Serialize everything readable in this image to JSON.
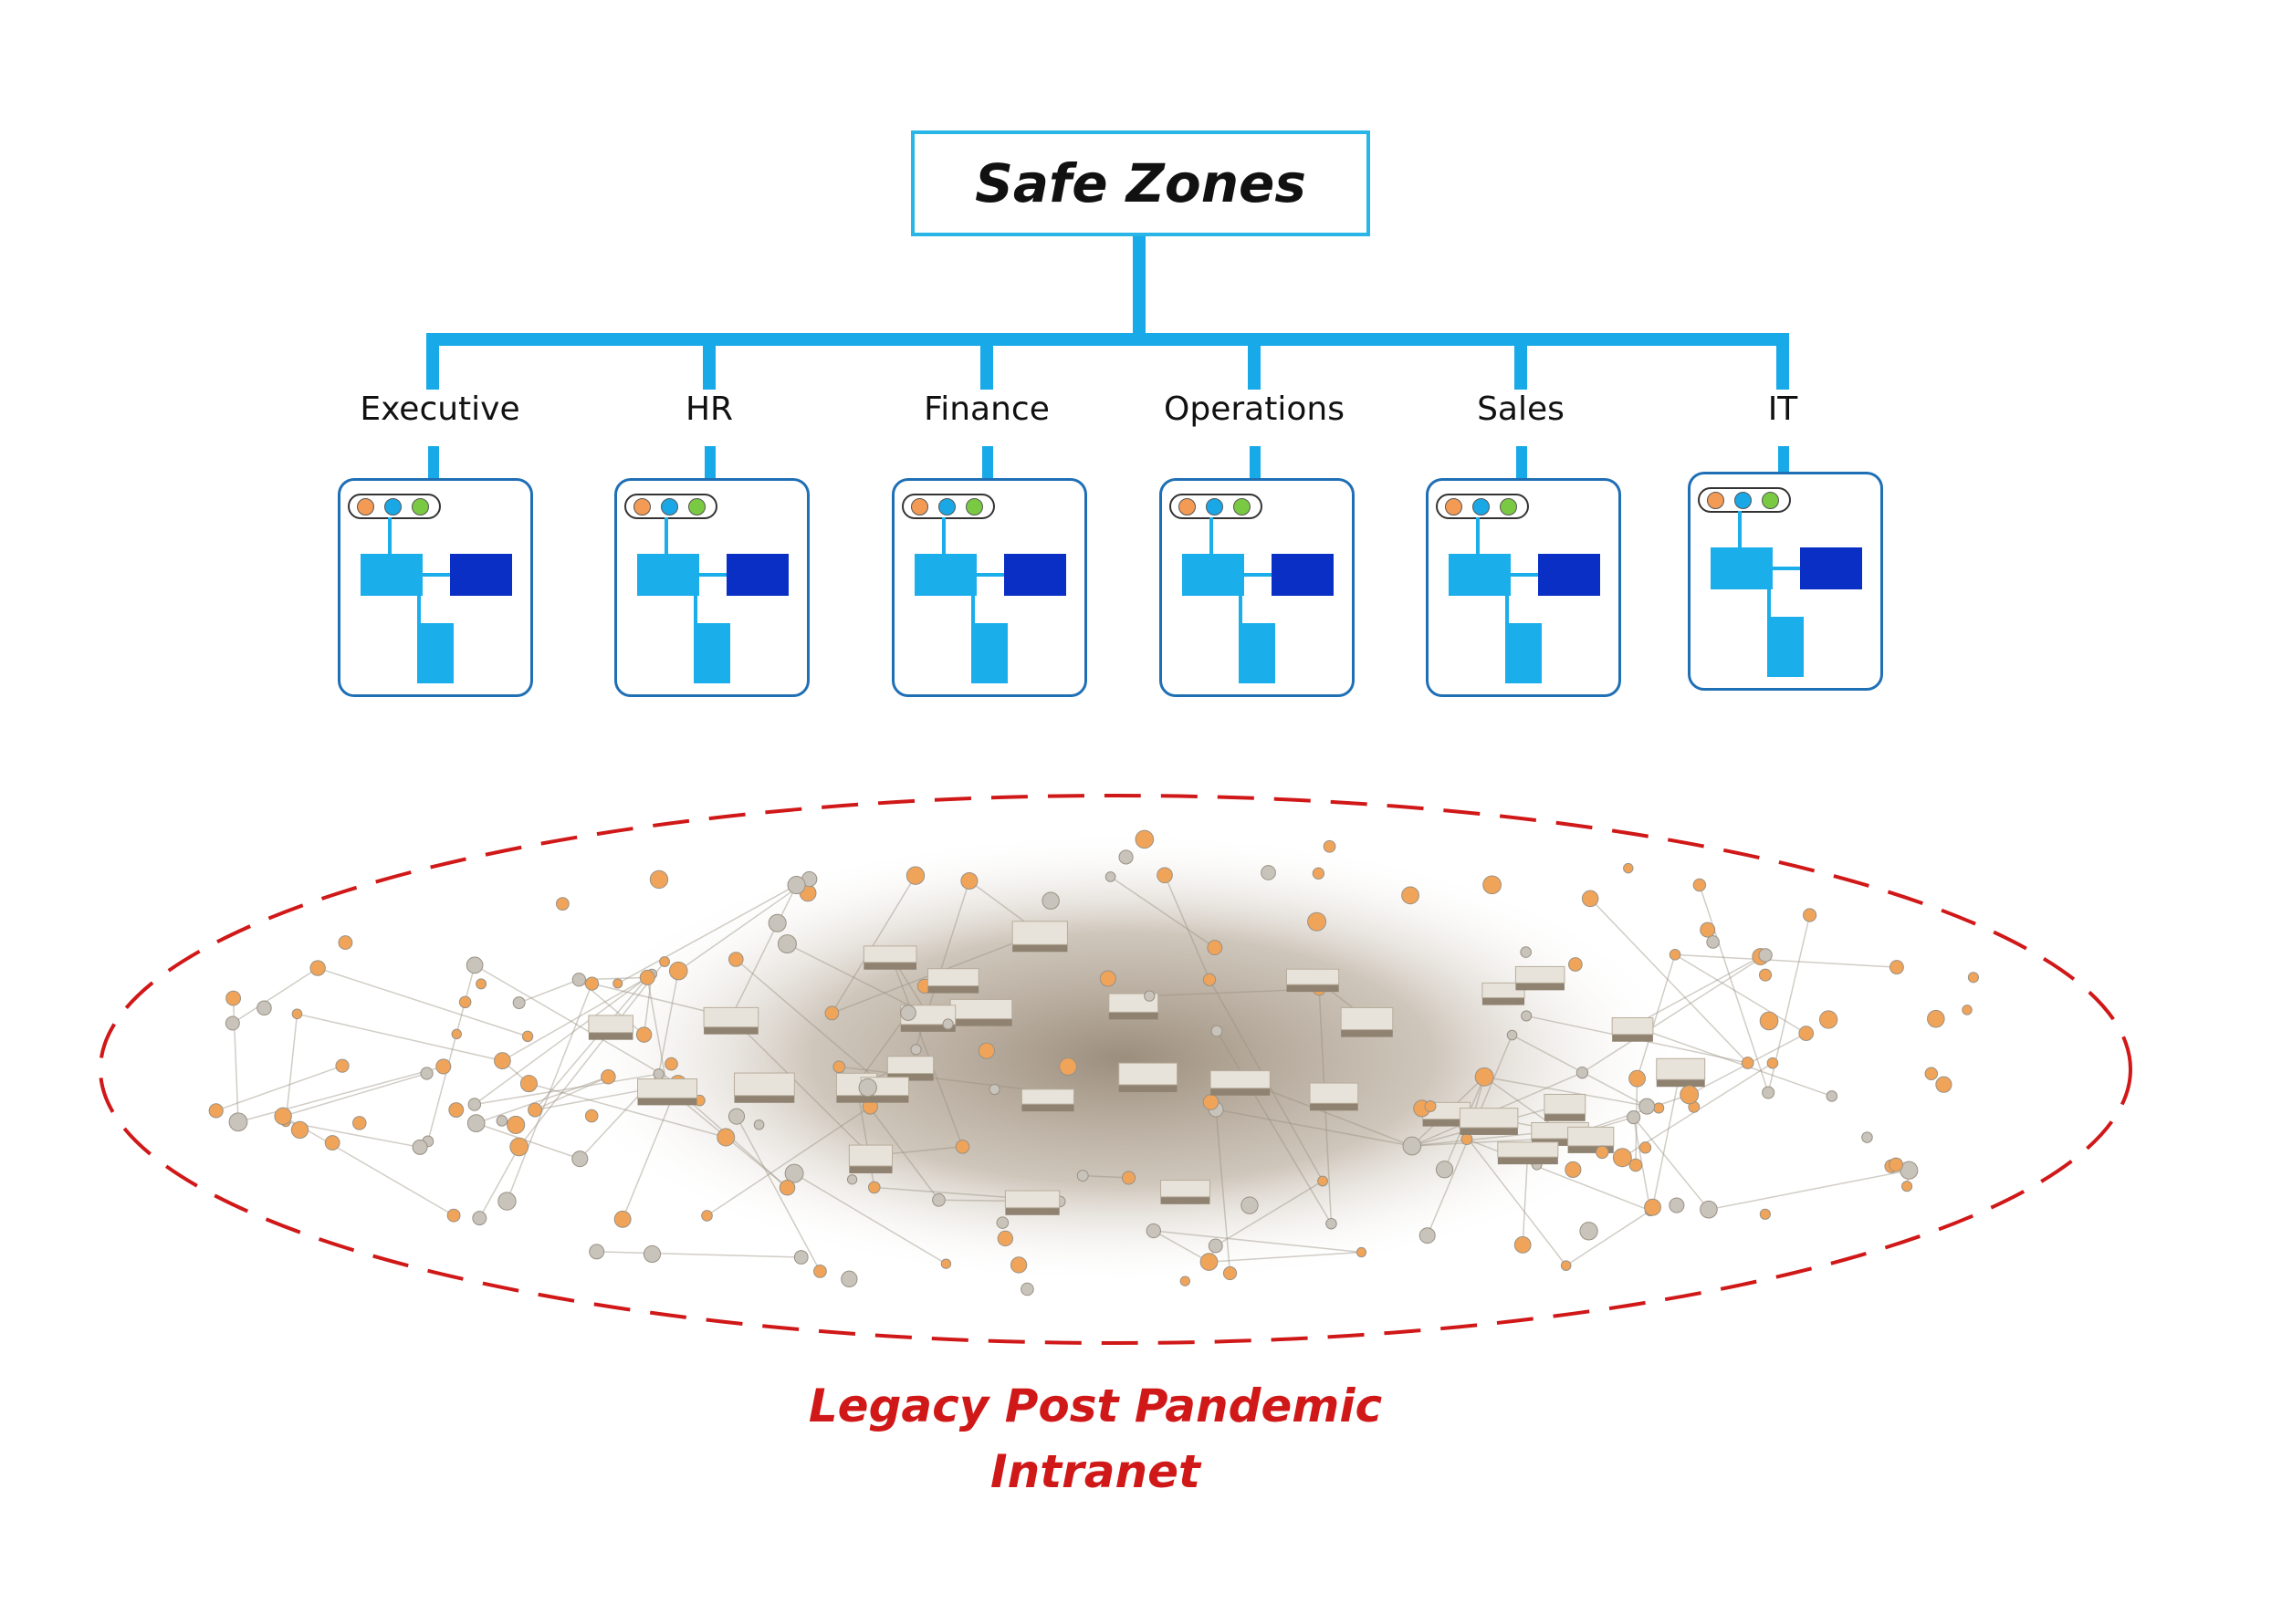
{
  "title": "Safe Zones",
  "departments": [
    {
      "label": "Executive"
    },
    {
      "label": "HR"
    },
    {
      "label": "Finance"
    },
    {
      "label": "Operations"
    },
    {
      "label": "Sales"
    },
    {
      "label": "IT"
    }
  ],
  "colors": {
    "connector": "#17a9e8",
    "card_border": "#1f6fb5",
    "block_light": "#1aaeea",
    "block_dark": "#0a2fc4",
    "dot_orange": "#f39a55",
    "dot_blue": "#1aa7e6",
    "dot_green": "#7ac943",
    "boundary": "#d01818"
  },
  "icons": {
    "network_block": "network-block-icon",
    "status_dots": "traffic-light-dots-icon",
    "legacy_network": "tangled-network-illustration"
  },
  "legacy_label": {
    "line1": "Legacy Post Pandemic",
    "line2": "Intranet"
  }
}
